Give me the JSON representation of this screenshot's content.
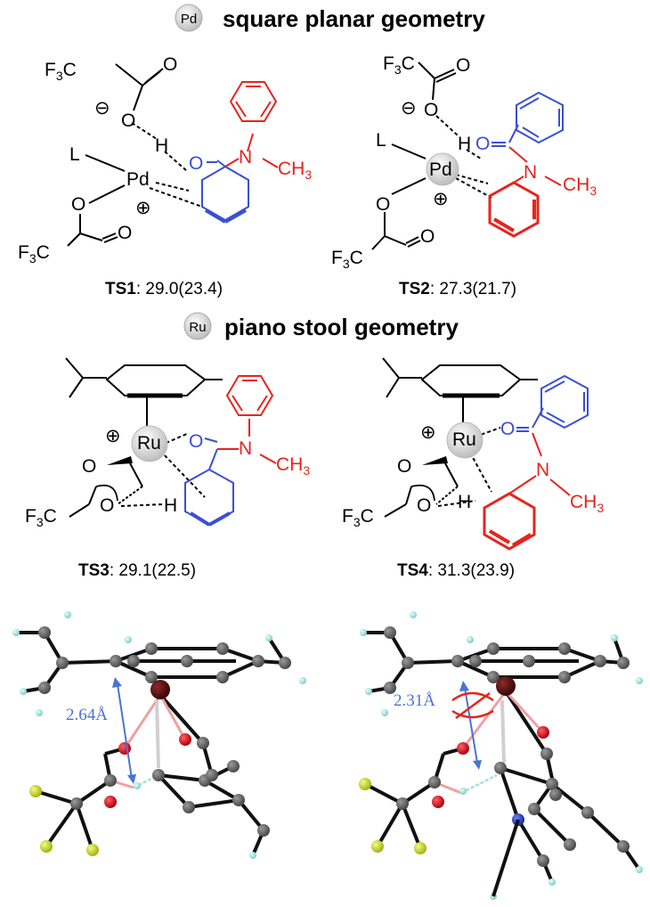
{
  "headers": {
    "pd_badge": "Pd",
    "pd_title": "square planar geometry",
    "ru_badge": "Ru",
    "ru_title": "piano stool geometry"
  },
  "labels": {
    "F3C": "F3C",
    "F": "F",
    "three": "3",
    "C": "C",
    "O": "O",
    "H": "H",
    "L": "L",
    "Pd": "Pd",
    "Ru": "Ru",
    "N": "N",
    "CH3": "CH3",
    "CH": "CH",
    "minus": "⊖",
    "plus": "⊕"
  },
  "transition_states": [
    {
      "id": "TS1",
      "energy": ": 29.0(23.4)"
    },
    {
      "id": "TS2",
      "energy": ": 27.3(21.7)"
    },
    {
      "id": "TS3",
      "energy": ": 29.1(22.5)"
    },
    {
      "id": "TS4",
      "energy": ": 31.3(23.9)"
    }
  ],
  "distances": {
    "ts3": "2.64Å",
    "ts4": "2.31Å"
  },
  "colors": {
    "blue": "#3a4fd6",
    "red": "#e8231d",
    "carbon": "#6b6b6b",
    "oxygen": "#e0121a",
    "ruthenium": "#5a0f0f",
    "fluorine": "#c8d62a",
    "hydrogen": "#9ee0dc",
    "nitrogen": "#2a3fb8",
    "distance": "#4a73d6"
  }
}
